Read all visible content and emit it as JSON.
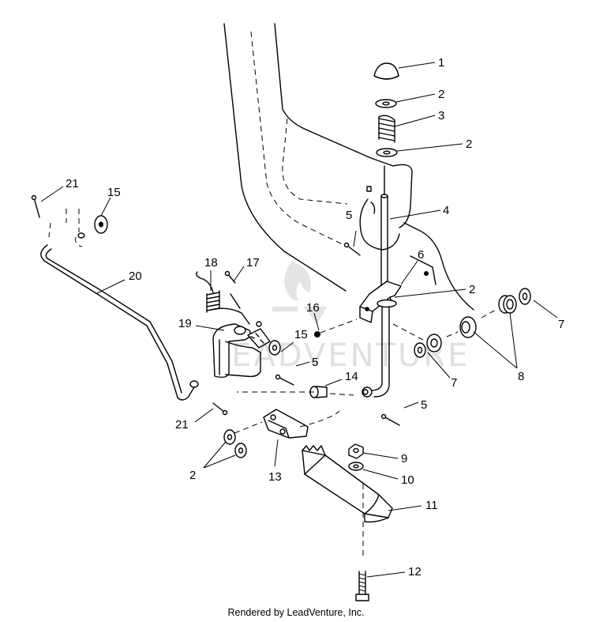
{
  "diagram": {
    "callouts": [
      "1",
      "2",
      "3",
      "2",
      "4",
      "5",
      "6",
      "2",
      "7",
      "8",
      "7",
      "16",
      "15",
      "5",
      "14",
      "5",
      "17",
      "18",
      "19",
      "20",
      "21",
      "15",
      "21",
      "2",
      "13",
      "9",
      "10",
      "11",
      "12"
    ],
    "watermark": "LEADVENTURE"
  },
  "footer": {
    "credit": "Rendered by LeadVenture, Inc."
  }
}
